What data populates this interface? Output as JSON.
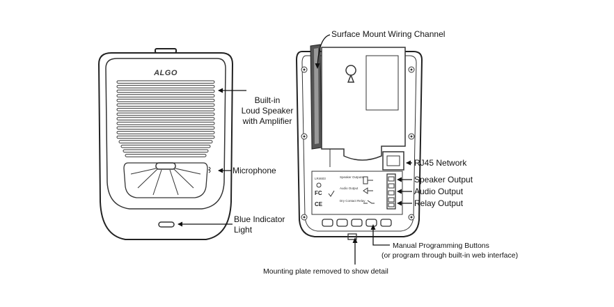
{
  "brand": "ALGO",
  "labels": {
    "surface_mount": "Surface Mount Wiring Channel",
    "speaker_line1": "Built-in",
    "speaker_line2": "Loud Speaker",
    "speaker_line3": "with Amplifier",
    "microphone": "Microphone",
    "blue_light_line1": "Blue Indicator",
    "blue_light_line2": "Light",
    "rj45": "RJ45 Network",
    "speaker_output": "Speaker Output",
    "audio_output": "Audio Output",
    "relay_output": "Relay Output",
    "buttons_line1": "Manual Programming Buttons",
    "buttons_line2": "(or program through built-in web interface)",
    "mounting_plate": "Mounting plate removed to show detail"
  },
  "back_panel": {
    "model": "LR4603",
    "speaker_title": "Speaker Outputs",
    "audio_title": "Audio Output",
    "relay_title": "Dry Contact Relay",
    "fc_mark": "FC",
    "ce_mark": "CE"
  }
}
